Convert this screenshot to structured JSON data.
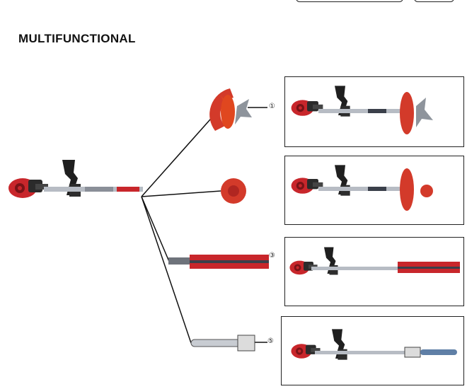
{
  "header": {
    "title": "MULTIFUNCTIONAL"
  },
  "attachments": [
    {
      "marker": "①",
      "name": "three-blade-brush-cutter"
    },
    {
      "marker": "",
      "name": "trimmer-head"
    },
    {
      "marker": "③",
      "name": "hedge-trimmer"
    },
    {
      "marker": "⑤",
      "name": "chainsaw-pruner"
    }
  ],
  "colors": {
    "body": "#c8262b",
    "shaft": "#b7bcc4",
    "shaft_dark": "#3a3f4a",
    "line": "#111111"
  }
}
